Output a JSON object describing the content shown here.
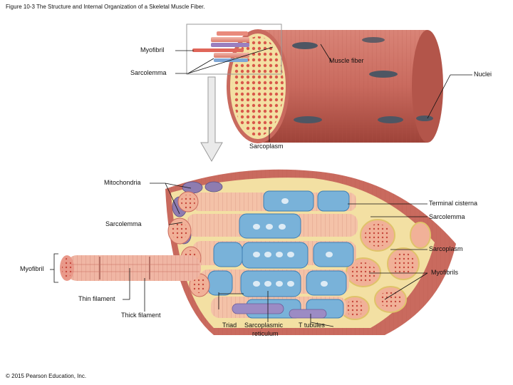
{
  "figure": {
    "title": "Figure 10-3 The Structure and Internal Organization of a Skeletal Muscle Fiber.",
    "copyright": "© 2015 Pearson Education, Inc."
  },
  "top_view": {
    "labels": {
      "myofibril": "Myofibril",
      "muscle_fiber": "Muscle fiber",
      "sarcolemma": "Sarcolemma",
      "nuclei": "Nuclei",
      "sarcoplasm": "Sarcoplasm"
    }
  },
  "bottom_view": {
    "labels": {
      "mitochondria": "Mitochondria",
      "terminal_cisterna": "Terminal cisterna",
      "sarcolemma_right": "Sarcolemma",
      "sarcolemma_left": "Sarcolemma",
      "sarcoplasm": "Sarcoplasm",
      "myofibril": "Myofibril",
      "myofibrils": "Myofibrils",
      "thin_filament": "Thin filament",
      "thick_filament": "Thick filament",
      "triad": "Triad",
      "sarcoplasmic_reticulum_1": "Sarcoplasmic",
      "sarcoplasmic_reticulum_2": "reticulum",
      "t_tubules": "T tubules"
    }
  },
  "colors": {
    "fiber": "#c96a5e",
    "fiber_dark": "#a4473e",
    "sarcoplasm": "#f3e0a3",
    "myofibril_dot": "#d9574a",
    "reticulum": "#79b2d9",
    "nucleus": "#4e5663",
    "mitochondria": "#8e7cb0",
    "t_tubule": "#9c8bc4"
  }
}
